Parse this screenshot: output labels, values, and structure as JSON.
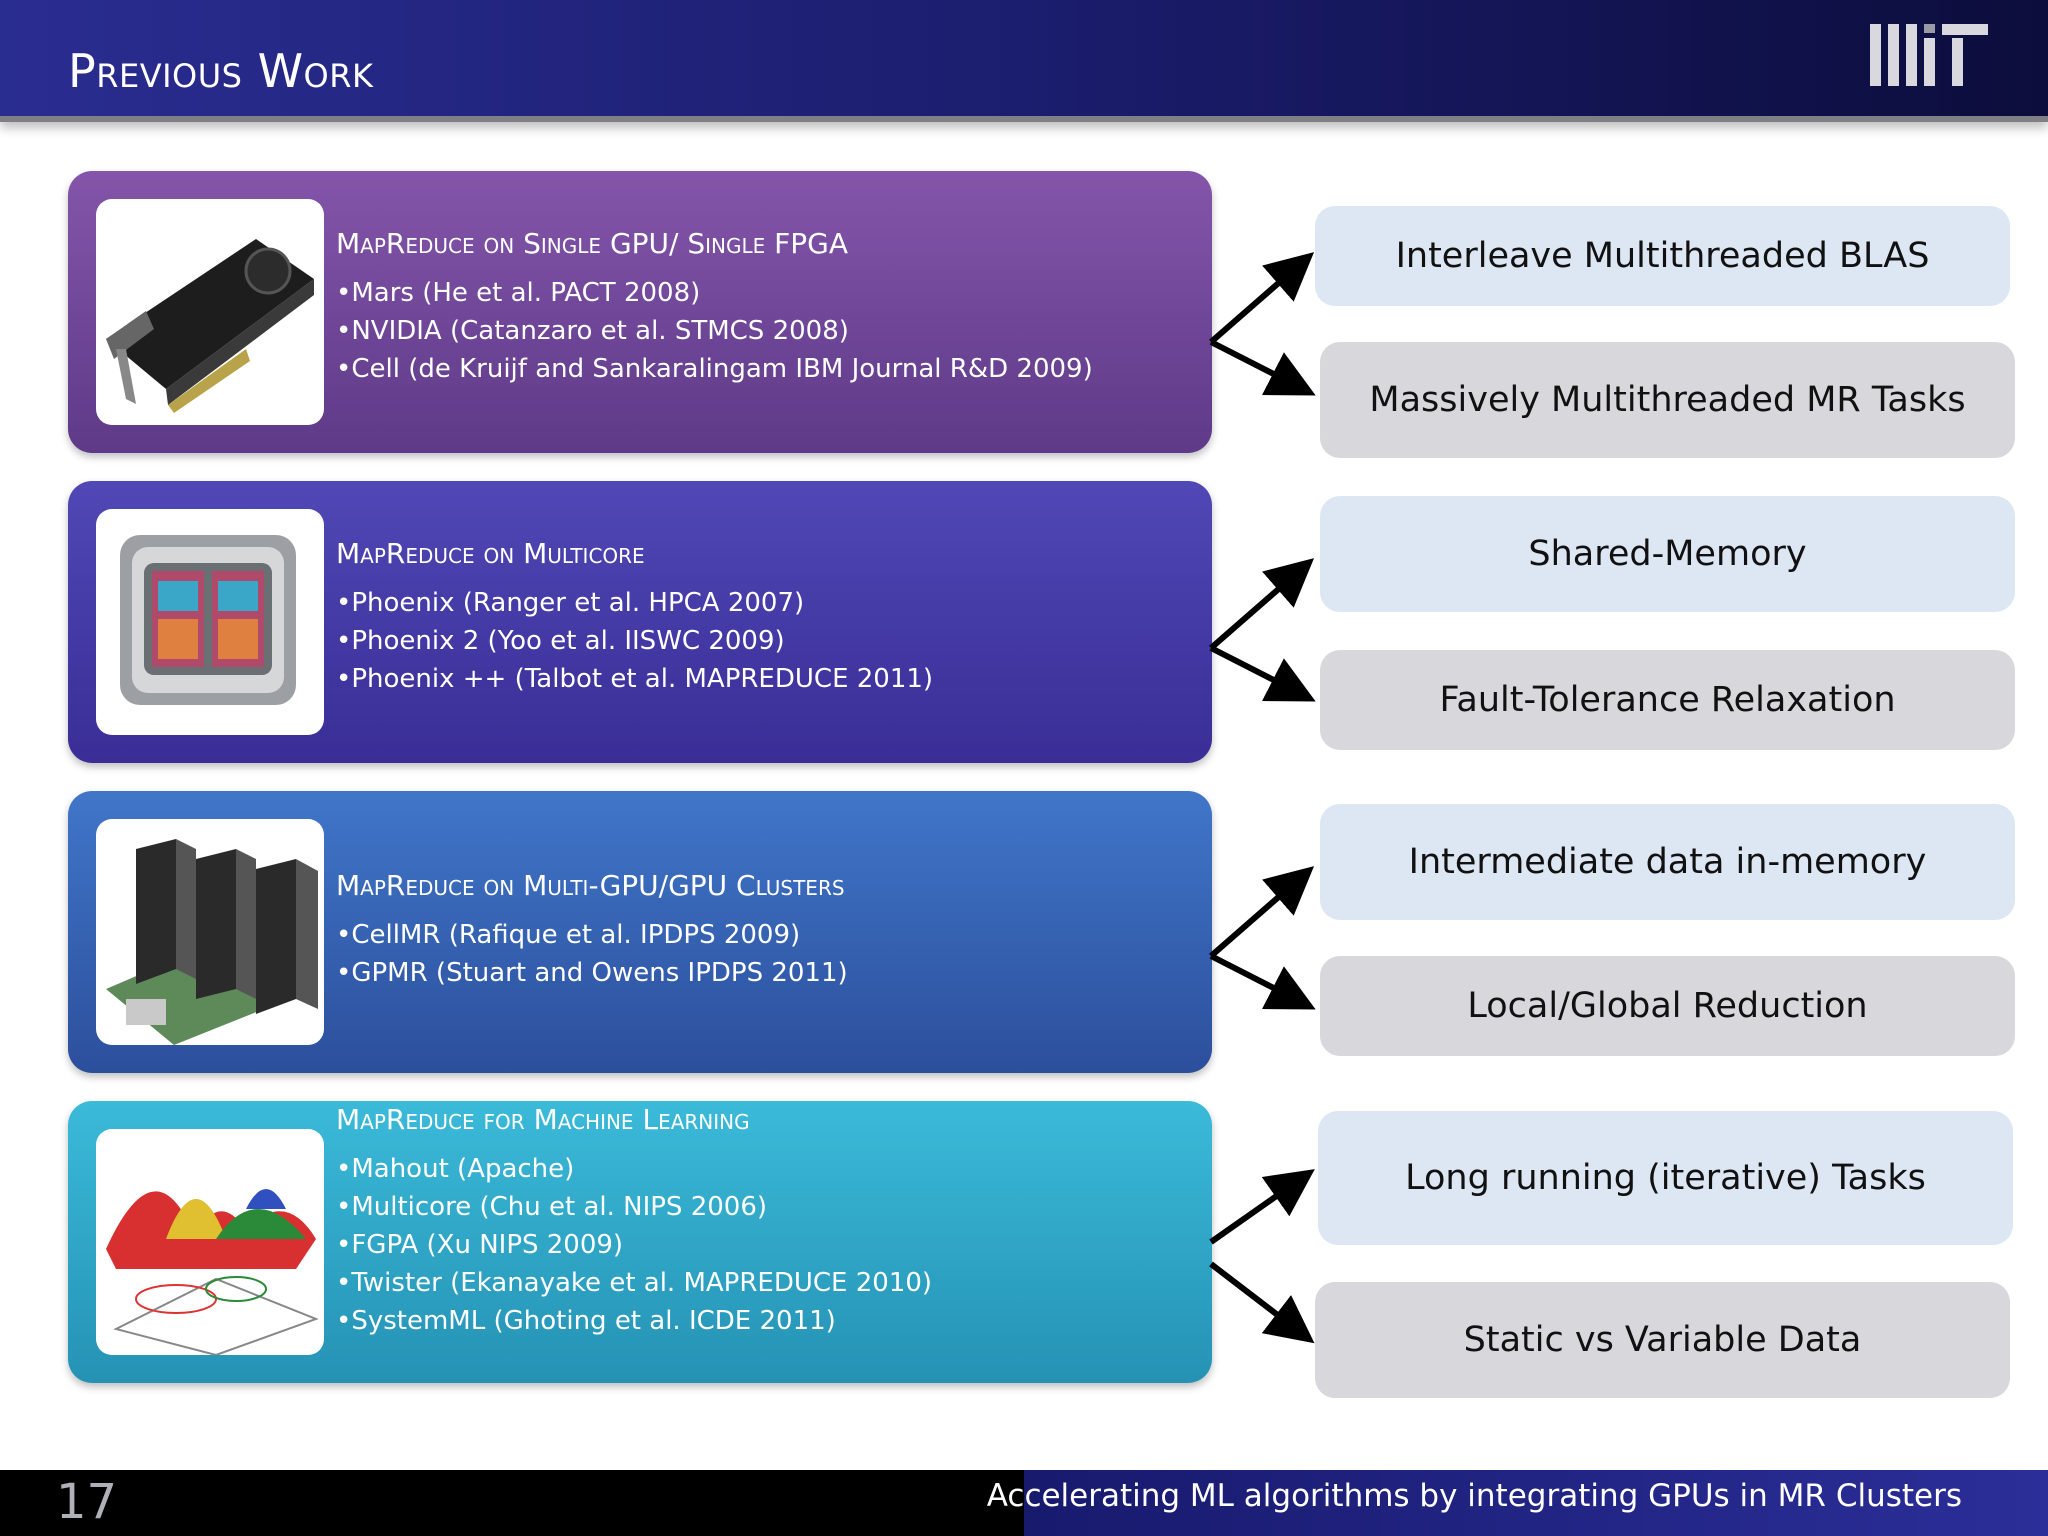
{
  "slide": {
    "title": "Previous Work",
    "page_number": "17",
    "footer": "Accelerating ML algorithms by integrating GPUs in MR Clusters"
  },
  "rows": [
    {
      "heading": "MapReduce on Single GPU/ Single FPGA",
      "items": [
        "•Mars (He et al. PACT 2008)",
        "•NVIDIA (Catanzaro et al. STMCS 2008)",
        "•Cell (de Kruijf and Sankaralingam IBM Journal R&D 2009)"
      ],
      "image_icon": "gpu-card-icon"
    },
    {
      "heading": "MapReduce on Multicore",
      "items": [
        "•Phoenix (Ranger et al. HPCA 2007)",
        "•Phoenix 2 (Yoo et al. IISWC 2009)",
        "•Phoenix ++ (Talbot et al. MAPREDUCE 2011)"
      ],
      "image_icon": "multicore-chip-icon"
    },
    {
      "heading": "MapReduce on Multi-GPU/GPU Clusters",
      "items": [
        "•CellMR (Rafique et al. IPDPS 2009)",
        "•GPMR (Stuart and Owens IPDPS 2011)"
      ],
      "image_icon": "gpu-cluster-icon"
    },
    {
      "heading": "MapReduce for Machine Learning",
      "items": [
        "•Mahout (Apache)",
        "•Multicore (Chu et al. NIPS 2006)",
        "•FGPA (Xu NIPS 2009)",
        "•Twister (Ekanayake et al. MAPREDUCE 2010)",
        "•SystemML (Ghoting et al. ICDE 2011)"
      ],
      "image_icon": "gaussian-surface-plot-icon"
    }
  ],
  "features": [
    "Interleave Multithreaded BLAS",
    "Massively Multithreaded MR Tasks",
    "Shared-Memory",
    "Fault-Tolerance Relaxation",
    "Intermediate data in-memory",
    "Local/Global Reduction",
    "Long running (iterative) Tasks",
    "Static vs Variable Data"
  ],
  "colors": {
    "header": "#1b1d6e",
    "row1": "#734a9d",
    "row2": "#453aa6",
    "row3": "#3663b3",
    "row4": "#30a8c8",
    "feature_top": "#dde6f3",
    "feature_bottom": "#d8d8dc"
  }
}
